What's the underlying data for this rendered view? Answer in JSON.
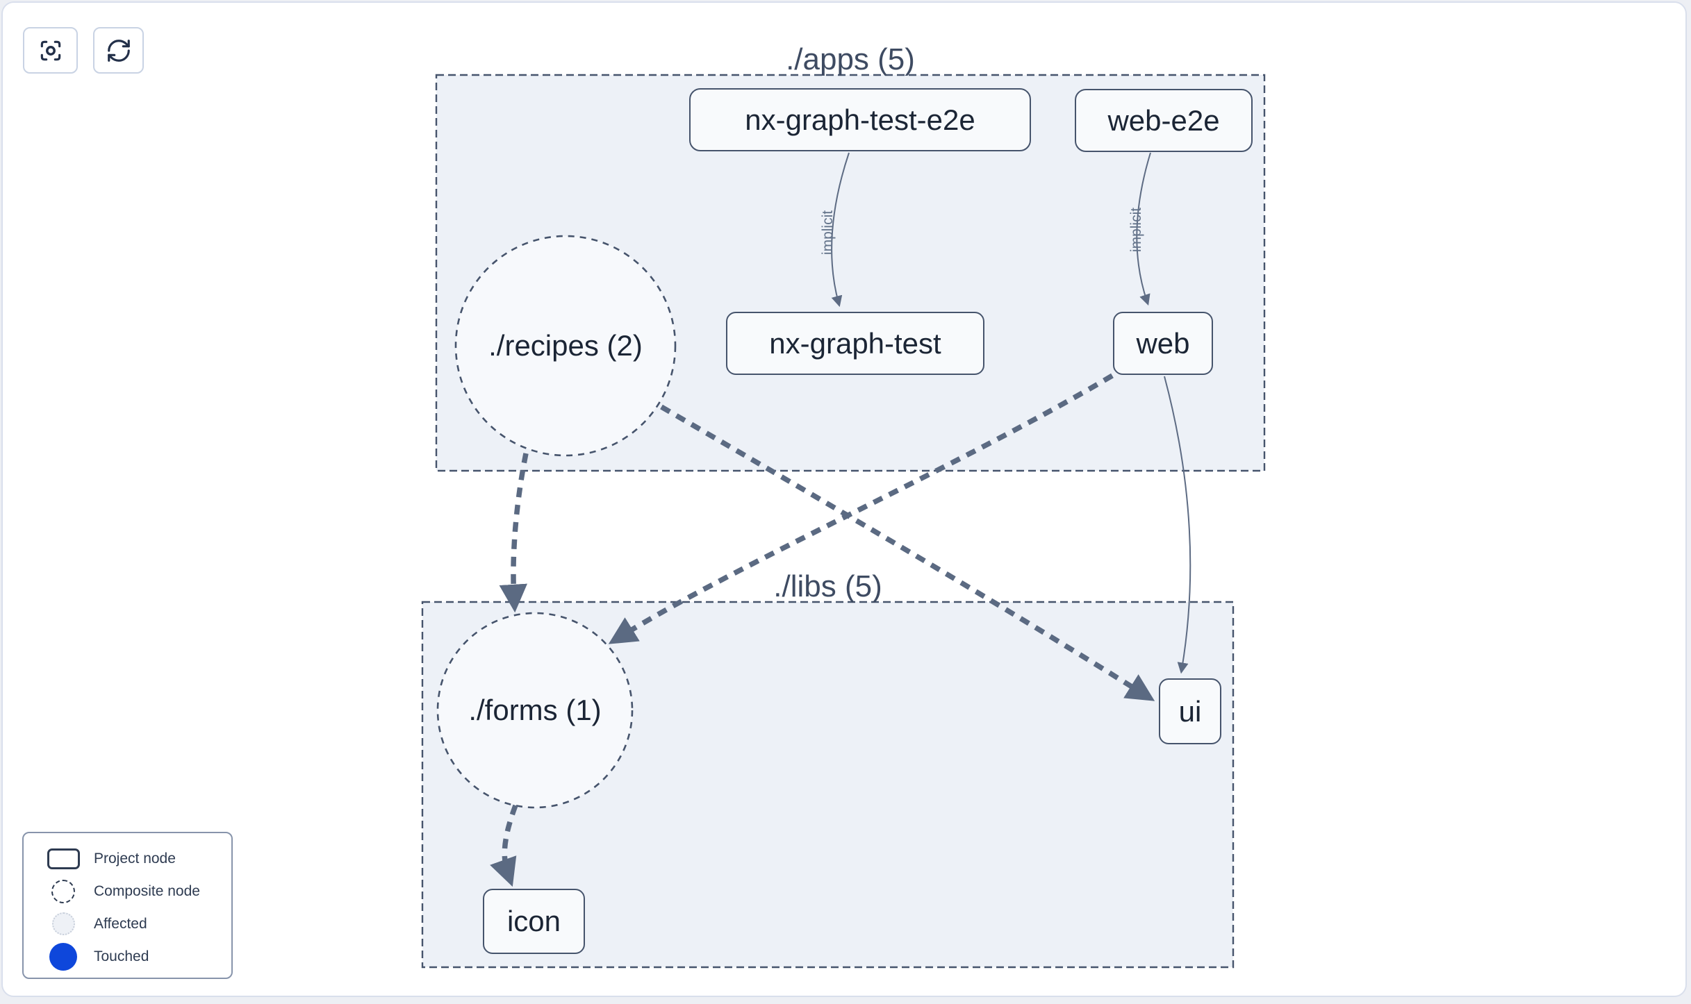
{
  "toolbar": {
    "focus_button": {
      "icon": "focus-icon"
    },
    "refresh_button": {
      "icon": "refresh-icon"
    }
  },
  "graph": {
    "groups": [
      {
        "label": "./apps (5)"
      },
      {
        "label": "./libs (5)"
      }
    ],
    "composite_nodes": [
      {
        "label": "./recipes (2)"
      },
      {
        "label": "./forms (1)"
      }
    ],
    "project_nodes": [
      {
        "label": "nx-graph-test-e2e"
      },
      {
        "label": "web-e2e"
      },
      {
        "label": "nx-graph-test"
      },
      {
        "label": "web"
      },
      {
        "label": "ui"
      },
      {
        "label": "icon"
      }
    ],
    "edges": [
      {
        "from": "nx-graph-test-e2e",
        "to": "nx-graph-test",
        "label": "implicit",
        "style": "solid"
      },
      {
        "from": "web-e2e",
        "to": "web",
        "label": "implicit",
        "style": "solid"
      },
      {
        "from": "web",
        "to": "ui",
        "label": "",
        "style": "solid"
      },
      {
        "from": "./recipes",
        "to": "./forms",
        "label": "",
        "style": "thick-dashed"
      },
      {
        "from": "./recipes",
        "to": "ui",
        "label": "",
        "style": "thick-dashed"
      },
      {
        "from": "web",
        "to": "./forms",
        "label": "",
        "style": "thick-dashed"
      },
      {
        "from": "./forms",
        "to": "icon",
        "label": "",
        "style": "thick-dashed"
      }
    ]
  },
  "legend": {
    "items": [
      {
        "label": "Project node",
        "icon": "project-node-icon"
      },
      {
        "label": "Composite node",
        "icon": "composite-node-icon"
      },
      {
        "label": "Affected",
        "icon": "affected-icon"
      },
      {
        "label": "Touched",
        "icon": "touched-icon",
        "color": "#0e47db"
      }
    ]
  },
  "colors": {
    "touched": "#0e47db",
    "edge": "#5b6a82",
    "group_fill": "#edf1f7",
    "node_fill": "#f8fafc",
    "canvas_border": "#d9dfec"
  }
}
